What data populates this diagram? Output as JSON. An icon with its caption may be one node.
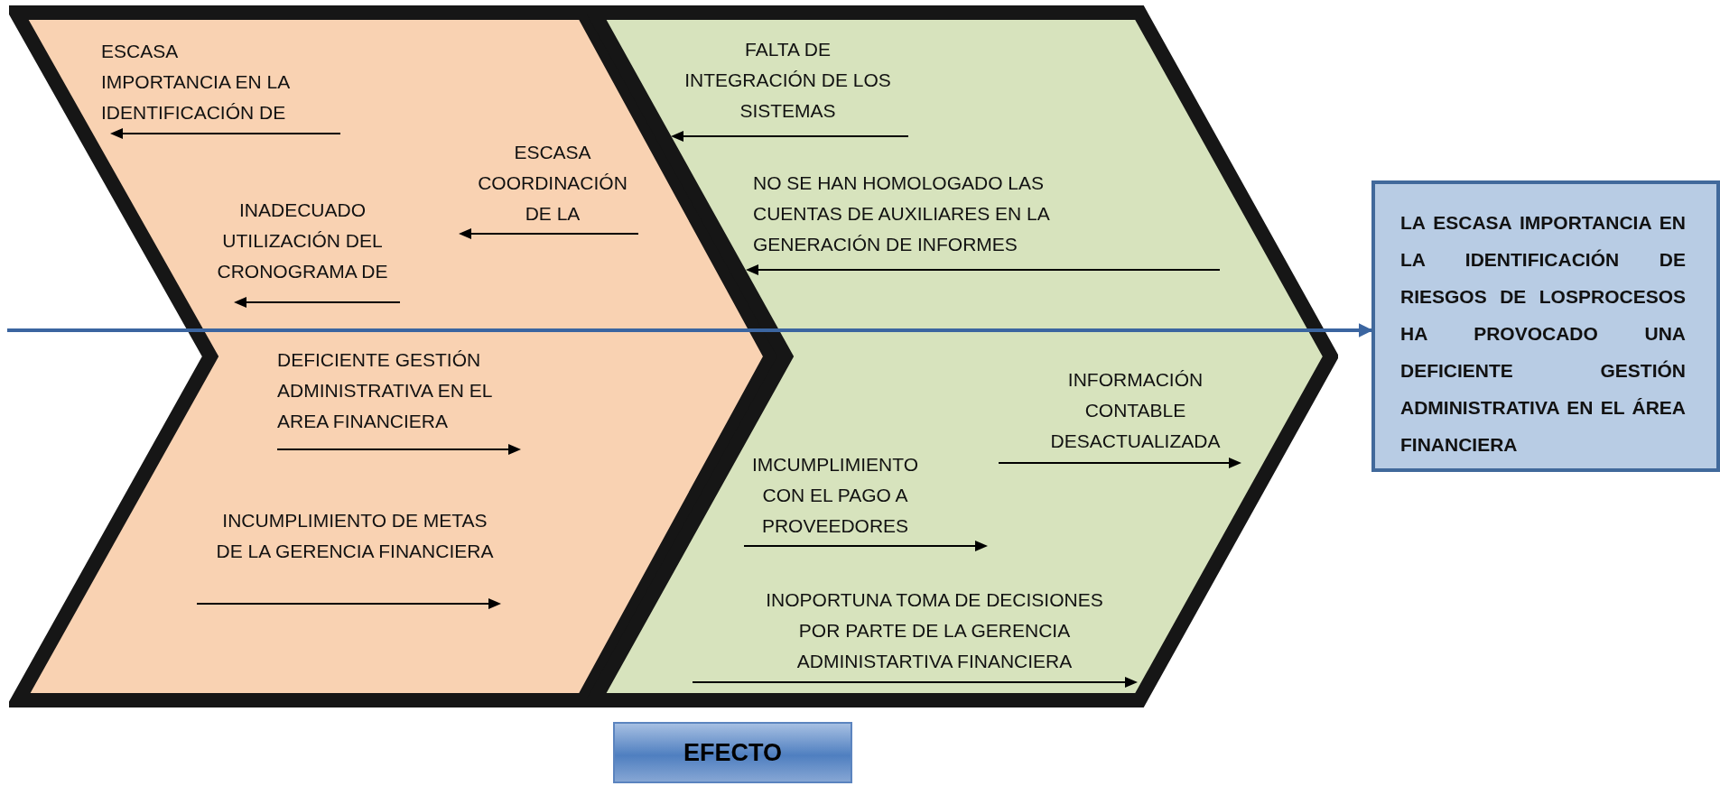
{
  "diagram": {
    "nodes": [
      {
        "text": [],
        "shape": "chevron"
      },
      {
        "text": [
          "ESCASA IMPORTANCIA EN LA IDENTIFICACIÓN DE"
        ],
        "in": 0
      },
      {
        "text": [
          "ESCASA COORDINACIÓN DE LA"
        ],
        "in": 0
      },
      {
        "text": [
          "INADECUADO UTILIZACIÓN DEL CRONOGRAMA DE"
        ],
        "in": 0
      },
      {
        "text": [
          "DEFICIENTE GESTIÓN ADMINISTRATIVA EN EL AREA FINANCIERA"
        ],
        "in": 0
      },
      {
        "text": [
          "INCUMPLIMIENTO DE METAS DE LA GERENCIA FINANCIERA"
        ],
        "in": 0
      },
      {
        "text": [],
        "shape": "chevron"
      },
      {
        "text": [
          "FALTA DE INTEGRACIÓN DE LOS SISTEMAS"
        ],
        "in": 6
      },
      {
        "text": [
          "NO SE HAN HOMOLOGADO LAS CUENTAS DE AUXILIARES EN LA GENERACIÓN DE INFORMES"
        ],
        "in": 6
      },
      {
        "text": [
          "INFORMACIÓN CONTABLE DESACTUALIZADA"
        ],
        "in": 6
      },
      {
        "text": [
          "IMCUMPLIMIENTO CON EL PAGO A PROVEEDORES"
        ],
        "in": 6
      },
      {
        "text": [
          "INOPORTUNA TOMA DE DECISIONES POR PARTE DE LA GERENCIA ADMINISTARTIVA FINANCIERA"
        ],
        "in": 6
      },
      {
        "text": [
          "LA ESCASA IMPORTANCIA EN LA IDENTIFICACIÓN DE RIESGOS DE LOSPROCESOS HA PROVOCADO UNA DEFICIENTE GESTIÓN ADMINISTRATIVA EN EL ÁREA FINANCIERA"
        ]
      },
      {
        "text": [
          "EFECTO"
        ]
      }
    ],
    "edges": [
      {
        "from": null,
        "to": 12,
        "arrow": "to",
        "color": "#3b65a0"
      }
    ]
  }
}
